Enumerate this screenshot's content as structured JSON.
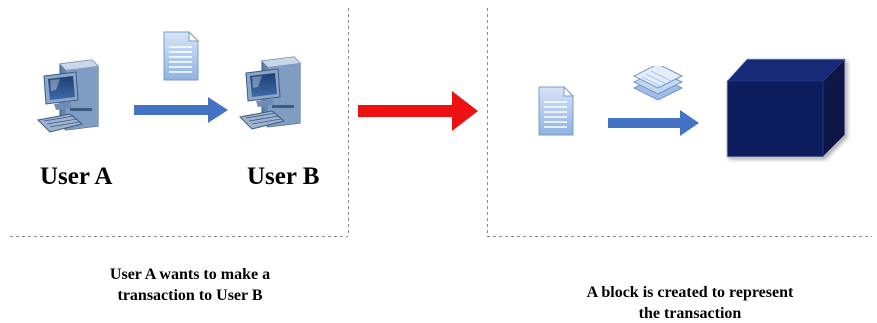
{
  "panel_left": {
    "user_a_label": "User A",
    "user_b_label": "User B",
    "caption_line1": "User A wants to make a",
    "caption_line2": "transaction to User B"
  },
  "panel_right": {
    "caption_line1": "A block is created to represent",
    "caption_line2": "the transaction"
  },
  "icons": [
    "computer-icon",
    "document-icon",
    "stacked-documents-icon",
    "block-cube-icon",
    "arrow-right-icon"
  ],
  "colors": {
    "blue_arrow": "#4472c4",
    "red_arrow": "#ee1111",
    "cube": "#0c1c5c",
    "dashed_line": "#8c8c8c"
  }
}
